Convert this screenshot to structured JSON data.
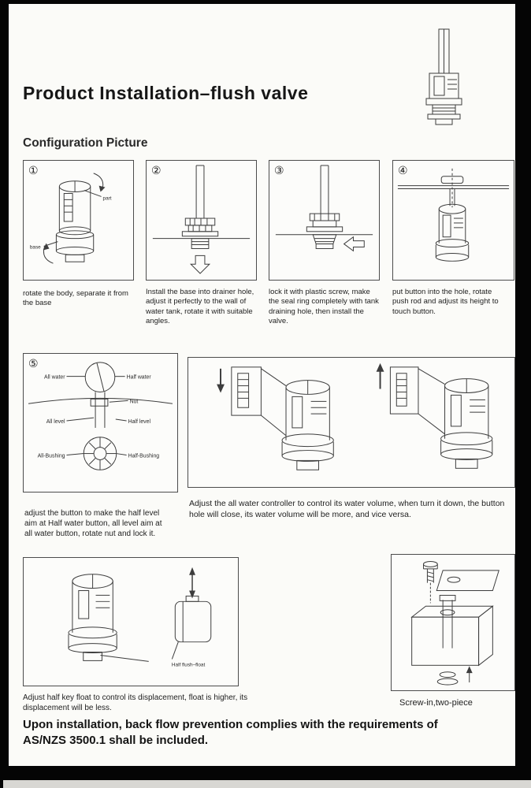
{
  "page": {
    "title": "Product Installation–flush valve",
    "subtitle": "Configuration Picture",
    "footer_line": "Upon installation, back flow prevention complies with the requirements of AS/NZS 3500.1 shall be included."
  },
  "steps": [
    {
      "number": "①",
      "caption": "rotate the body, separate it from the base",
      "labels": {
        "part": "part",
        "base": "base"
      }
    },
    {
      "number": "②",
      "caption": "Install the base into drainer hole, adjust it perfectly to the wall of water tank, rotate it with suitable angles."
    },
    {
      "number": "③",
      "caption": "lock it with plastic screw, make the seal ring completely with tank draining hole, then install the valve."
    },
    {
      "number": "④",
      "caption": "put button into the hole, rotate push rod and adjust its height to touch button."
    }
  ],
  "step5": {
    "number": "⑤",
    "caption": "adjust the button to make the half level aim at Half water button, all level aim at all water button, rotate nut and lock it.",
    "labels": {
      "all_water": "All water",
      "half_water": "Half water",
      "nut": "Nut",
      "all_level": "All level",
      "half_level": "Half level",
      "all_bushing": "All-Bushing",
      "half_bushing": "Half-Bushing"
    }
  },
  "controller_panel": {
    "caption": "Adjust the all water controller to control its water volume, when turn it down, the button hole will close, its water volume will be more, and vice versa."
  },
  "float_panel": {
    "label": "Half flush–float",
    "caption": "Adjust half key float to control its displacement, float is higher, its displacement will be less."
  },
  "screw_panel": {
    "caption": "Screw-in,two-piece"
  }
}
